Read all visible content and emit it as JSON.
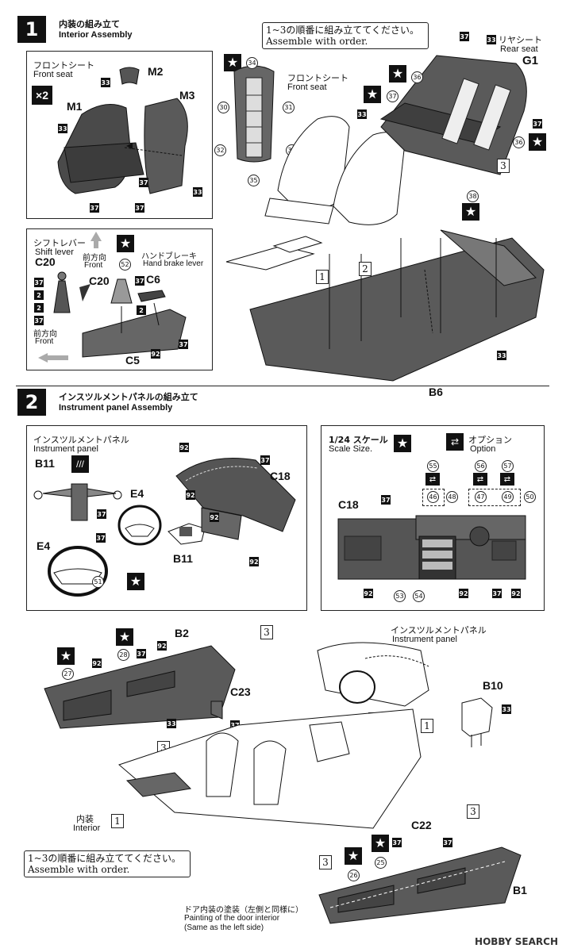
{
  "step1": {
    "number": "1",
    "title_jp": "内装の組み立て",
    "title_en": "Interior Assembly",
    "note_jp": "1~3の順番に組み立ててください。",
    "note_en": "Assemble with order.",
    "front_seat_box": {
      "label_jp": "フロントシート",
      "label_en": "Front seat",
      "qty": "×2",
      "parts": [
        "M1",
        "M2",
        "M3"
      ]
    },
    "front_seat_label_jp": "フロントシート",
    "front_seat_label_en": "Front seat",
    "rear_seat_label_jp": "リヤシート",
    "rear_seat_label_en": "Rear seat",
    "rear_seat_part": "G1",
    "shift_box": {
      "shift_jp": "シフトレバー",
      "shift_en": "Shift lever",
      "shift_part": "C20",
      "front_jp": "前方向",
      "front_en": "Front",
      "brake_jp": "ハンドブレーキ",
      "brake_en": "Hand brake lever",
      "brake_part": "C6",
      "c20": "C20",
      "c5": "C5",
      "front2_jp": "前方向",
      "front2_en": "Front"
    },
    "floor_part": "B6"
  },
  "step2": {
    "number": "2",
    "title_jp": "インスツルメントパネルの組み立て",
    "title_en": "Instrument panel Assembly",
    "panel_label_jp": "インスツルメントパネル",
    "panel_label_en": "Instrument panel",
    "parts": [
      "B11",
      "E4",
      "C18",
      "B11",
      "E4"
    ],
    "scale_jp": "1/24 スケール",
    "scale_en": "Scale Size.",
    "option_jp": "オプション",
    "option_en": "Option",
    "c18": "C18",
    "lower": {
      "b2": "B2",
      "c23": "C23",
      "b10": "B10",
      "c22": "C22",
      "b1": "B1",
      "interior_jp": "内装",
      "interior_en": "Interior",
      "interior_step": "1",
      "panel_jp": "インスツルメントパネル",
      "panel_en": "Instrument panel",
      "note_jp": "1~3の順番に組み立ててください。",
      "note_en": "Assemble with order.",
      "door_jp": "ドア内装の塗装（左側と同様に）",
      "door_en1": "Painting of the door interior",
      "door_en2": "(Same as the left side)"
    }
  },
  "watermark": "HOBBY SEARCH"
}
